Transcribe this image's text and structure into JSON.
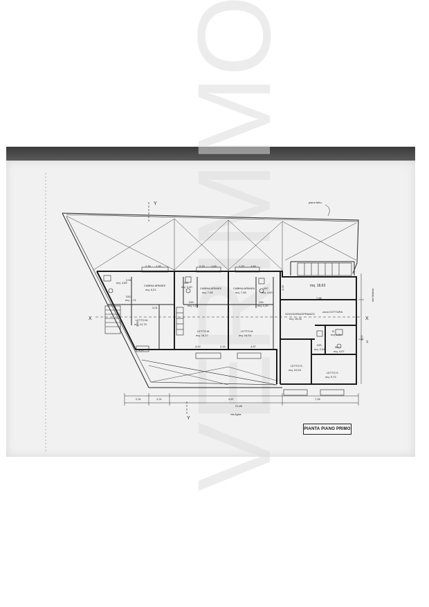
{
  "plan": {
    "title": "PIANTA PIANO PRIMO",
    "streets": {
      "south": "via Agira",
      "east": "via Malena",
      "north_note": "piano tetto"
    },
    "section_marks": [
      "Y",
      "X",
      "X",
      "Y"
    ],
    "rooms": [
      {
        "id": "cabina-armadi-1",
        "name": "CABINA ARMADI",
        "area": "mq. 6,21"
      },
      {
        "id": "bagno-1",
        "name": "",
        "area": "mq. 4,65"
      },
      {
        "id": "dis-1",
        "name": "DIS.",
        "area": "mq. 1,74"
      },
      {
        "id": "letto-1",
        "name": "LETTO M.",
        "area": "mq. 12,70"
      },
      {
        "id": "wc-1",
        "name": "WC",
        "area": "mq. 3,40"
      },
      {
        "id": "cabina-armadi-2",
        "name": "CABINA ARMADI",
        "area": "mq. 7,08"
      },
      {
        "id": "dis-2",
        "name": "DIS.",
        "area": "mq. 1,04"
      },
      {
        "id": "letto-2",
        "name": "LETTO M.",
        "area": "mq. 16,17"
      },
      {
        "id": "cabina-armadi-3",
        "name": "CABINA ARMADI",
        "area": "mq. 7,08"
      },
      {
        "id": "wc-2",
        "name": "WC",
        "area": "mq. 4,00"
      },
      {
        "id": "dis-3",
        "name": "DIS.",
        "area": "mq. 1,42"
      },
      {
        "id": "letto-3",
        "name": "LETTO M.",
        "area": "mq. 16,93"
      },
      {
        "id": "terrazzo",
        "name": "",
        "area": "mq. 18,63"
      },
      {
        "id": "soggiorno",
        "name": "SOGGIORNO/PRANZO",
        "area": "mq. 18,36"
      },
      {
        "id": "cottura",
        "name": "zona COTTURA",
        "area": ""
      },
      {
        "id": "ripostiglio",
        "name": "R.",
        "area": "mq. 1,54"
      },
      {
        "id": "dis-4",
        "name": "DIS.",
        "area": "mq. 2,54"
      },
      {
        "id": "wc-3",
        "name": "W.C.",
        "area": "mq. 4,57"
      },
      {
        "id": "letto-4",
        "name": "LETTO S.",
        "area": "mq. 10,54"
      },
      {
        "id": "letto-5",
        "name": "LETTO S.",
        "area": "mq. 9,73"
      }
    ],
    "dimensions": {
      "bottom": [
        "2,31",
        "1,21",
        "4,87",
        "7,26",
        "21,86"
      ],
      "interior": [
        "3,01",
        "4,42",
        "2,16",
        "4,67",
        "7,66",
        "3,23",
        "3,39",
        "2,51",
        "8,65",
        "15"
      ],
      "window_tags": [
        "2,35",
        "1,55",
        "2,20",
        "1,65",
        "1,25",
        "1,60",
        "1,10"
      ]
    }
  }
}
